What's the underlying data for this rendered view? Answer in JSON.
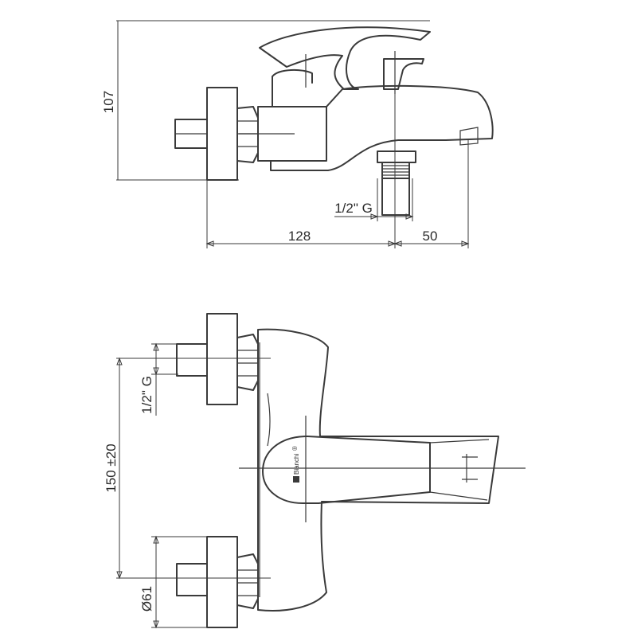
{
  "dimensions": {
    "height": "107",
    "offset": "128",
    "spout": "50",
    "thread_top": "1/2\" G",
    "thread_side": "1/2\" G",
    "centers": "150 ±20",
    "diameter": "Ø61"
  },
  "brand": {
    "name": "Bianchi",
    "mark": "®"
  },
  "colors": {
    "line": "#3a3a3a",
    "background": "#ffffff"
  }
}
